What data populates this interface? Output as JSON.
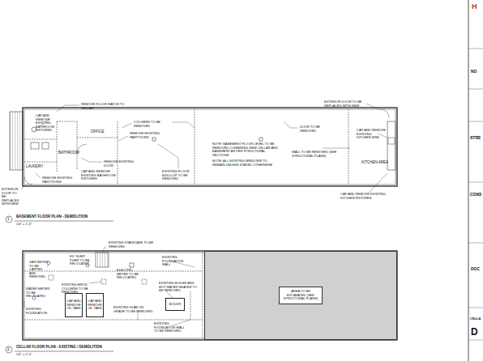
{
  "diagram": {
    "nodes": [
      {
        "text": [
          "AREA TO BE EXCAVATED (SEE STRUCTURAL PLANS)"
        ]
      },
      {
        "text": [
          "CAP AND REMOVE OIL TANK"
        ]
      },
      {
        "text": [
          "CAP AND REMOVE OIL TANK"
        ]
      },
      {
        "text": [
          "BOILER"
        ]
      }
    ],
    "labels": [
      "CAP AND REMOVE EXISTING BATHROOM FIXTURES",
      "REMOVE FLOOR HATCH TO CELLAR",
      "OFFICE",
      "BATHROOM",
      "LAUNDRY",
      "COLUMNS TO BE REMOVED",
      "REMOVE EXISTING PARTITIONS",
      "REMOVE EXISTING DOOR",
      "REMOVE EXISTING PARTITIONS",
      "EXISTING FLOOR BUILD-UP TO BE REMOVED",
      "NOTE: BASEMENT FLOOR LEVEL TO BE REMOVED COMBINING NEW CELLAR AND BASEMENT AS PER STRUCTURAL SECTIONS.",
      "NOTE: ALL EXISTING WINDOWS TO REMAIN UNLESS STATED OTHERWISE",
      "DOOR TO BE REMOVED",
      "WALL TO BE REMOVED (SEE STRUCTURAL PLANS)",
      "EXTERIOR DOOR TO BE REPLACED WITH NEW",
      "CAP AND REMOVE EXISTING KITCHEN SINK",
      "KITCHEN AREA",
      "CAP AND REMOVE EXISTING KITCHEN FIXTURES",
      "EXTERIOR DOOR TO BE REPLACED WITH NEW",
      "CAP AND REMOVE EXISTING BATHROOM FIXTURES",
      "1",
      "BASEMENT FLOOR PLAN - DEMOLITION",
      "1/4\" = 1'-0\"",
      "EXISTING STAIRCASE TO BE REMOVED",
      "GAS METER TO BE CAPPED AND REMOVED",
      "EX. SUMP PUMP TO BE RELOCATED",
      "ELECTRIC METER TO BE RELOCATED",
      "EXISTING FOUNDATION WALL",
      "WATER METER TO BE RELOCATED",
      "EXISTING BRICK COLUMNS TO BE REMOVED",
      "EXISTING BOILER AND HOT WATER HEATER TO BE REMOVED",
      "EXISTING SLAB ON GRADE TO BE REMOVED",
      "EXISTING FOUNDATION WALL TO BE REMOVED",
      "EXISTING FOUNDATION WALL TO BE REMOVED",
      "EXISTING FOUNDATION",
      "2",
      "CELLAR FLOOR PLAN - EXISTING / DEMOLITION",
      "1/4\" = 1'-0\"",
      "H",
      "NO",
      "STRE",
      "CONS",
      "DOC",
      "CELLA",
      "D"
    ]
  }
}
